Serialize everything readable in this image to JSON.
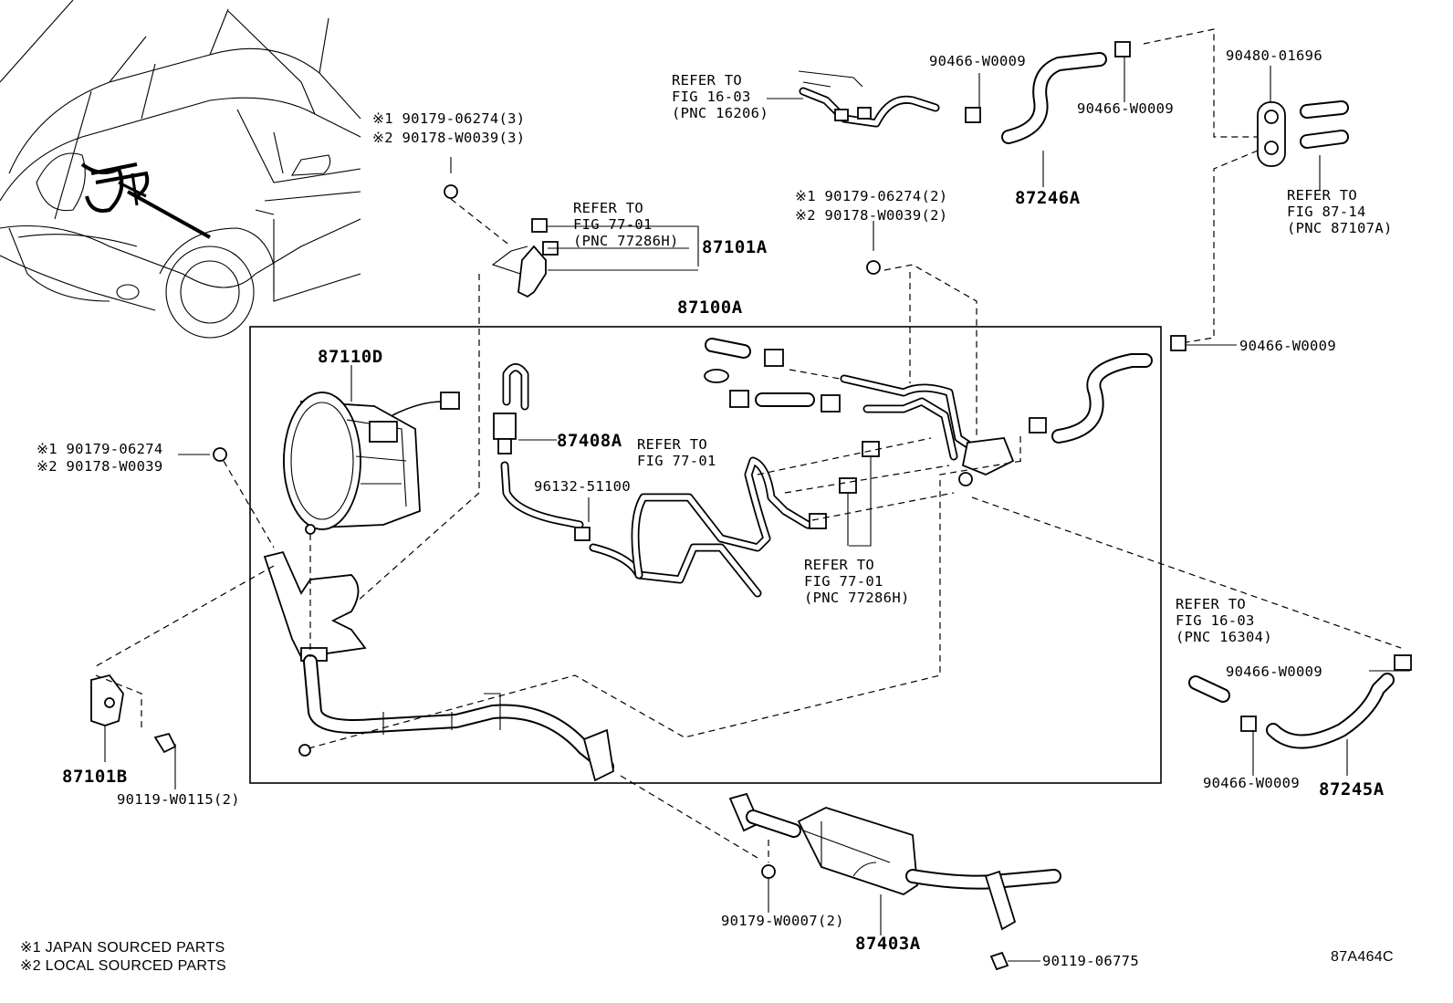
{
  "parts": {
    "p87100A": "87100A",
    "p87110D": "87110D",
    "p87408A": "87408A",
    "p87101A": "87101A",
    "p87101B": "87101B",
    "p87246A": "87246A",
    "p87245A": "87245A",
    "p87403A": "87403A"
  },
  "fasteners": {
    "clamp_top_left": "90466-W0009",
    "clamp_top_right": "90466-W0009",
    "clamp_right_mid": "90466-W0009",
    "clamp_right_low": "90466-W0009",
    "clamp_bottom_right": "90466-W0009",
    "grommet": "90480-01696",
    "hose_96132": "96132-51100",
    "bolt_87101B": "90119-W0115(2)",
    "nut_muffler": "90179-W0007(2)",
    "bolt_bottom": "90119-06775"
  },
  "nuts": {
    "top_a1": "※1 90179-06274(3)",
    "top_a2": "※2 90178-W0039(3)",
    "mid_b1": "※1 90179-06274(2)",
    "mid_b2": "※2 90178-W0039(2)",
    "left_c1": "※1 90179-06274",
    "left_c2": "※2 90178-W0039"
  },
  "refs": {
    "ref_16_03_top": [
      "REFER TO",
      "FIG 16-03",
      "(PNC 16206)"
    ],
    "ref_77_01_top": [
      "REFER TO",
      "FIG 77-01",
      "(PNC 77286H)"
    ],
    "ref_77_01_mid": [
      "REFER TO",
      "FIG 77-01"
    ],
    "ref_77_01_low": [
      "REFER TO",
      "FIG 77-01",
      "(PNC 77286H)"
    ],
    "ref_87_14": [
      "REFER TO",
      "FIG 87-14",
      "(PNC 87107A)"
    ],
    "ref_16_03_right": [
      "REFER TO",
      "FIG 16-03",
      "(PNC 16304)"
    ]
  },
  "notes": {
    "note1": "※1 JAPAN SOURCED PARTS",
    "note2": "※2 LOCAL SOURCED PARTS"
  },
  "figure_id": "87A464C"
}
